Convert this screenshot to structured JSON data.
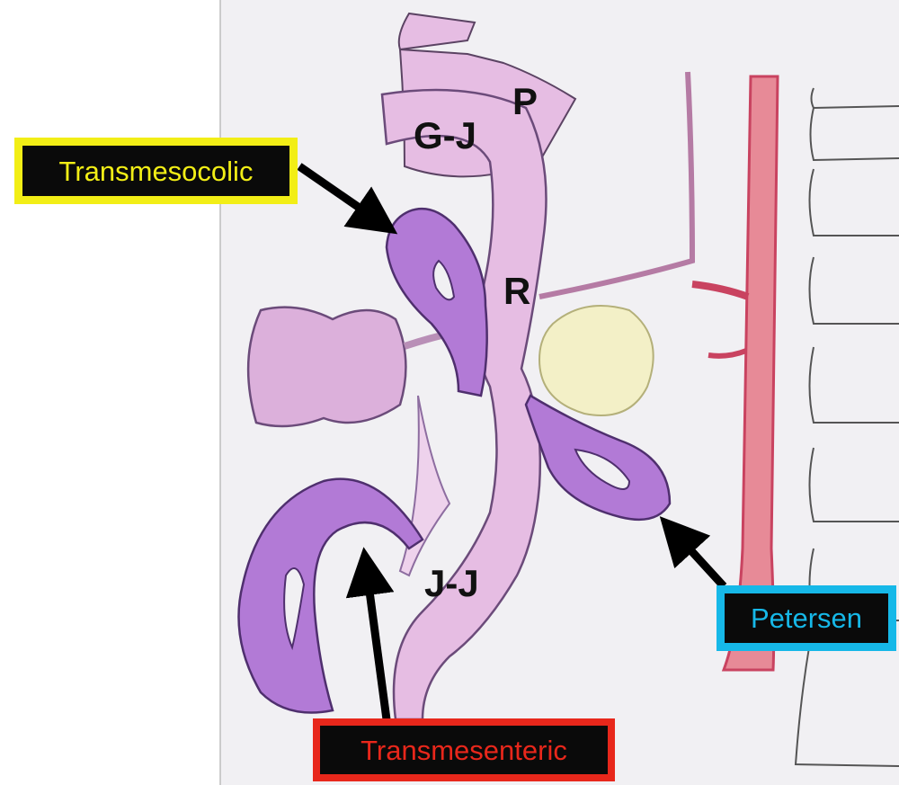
{
  "organ_labels": {
    "pouch": "P",
    "gastrojejunostomy": "G-J",
    "roux_limb": "R",
    "jejunojejunostomy": "J-J"
  },
  "hernia_callouts": {
    "transmesocolic": {
      "label": "Transmesocolic",
      "border_color": "#f2ee16",
      "text_color": "#f2ee16"
    },
    "transmesenteric": {
      "label": "Transmesenteric",
      "border_color": "#e8271b",
      "text_color": "#e8271b"
    },
    "petersen": {
      "label": "Petersen",
      "border_color": "#16b8e8",
      "text_color": "#16b8e8"
    }
  },
  "colors": {
    "paper": "#f1f0f3",
    "bowel_light": "#e3b8e2",
    "bowel_mid": "#cf93d3",
    "bowel_dark": "#9d5fc7",
    "vessel_red": "#d9485e",
    "outline": "#4a3b55",
    "arrow": "#000000"
  }
}
